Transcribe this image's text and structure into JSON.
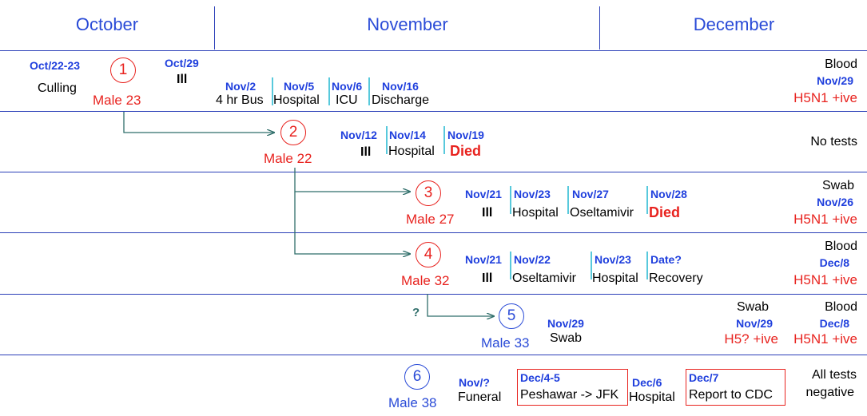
{
  "months": [
    "October",
    "November",
    "December"
  ],
  "cases": [
    {
      "number": "1",
      "label": "Male 23",
      "events": [
        {
          "date": "Oct/22-23",
          "text": "Culling"
        },
        {
          "date": "Oct/29",
          "text": "Ill"
        },
        {
          "date": "Nov/2",
          "text": "4 hr Bus"
        },
        {
          "date": "Nov/5",
          "text": "Hospital"
        },
        {
          "date": "Nov/6",
          "text": "ICU"
        },
        {
          "date": "Nov/16",
          "text": "Discharge"
        }
      ],
      "test": {
        "type": "Blood",
        "date": "Nov/29",
        "result": "H5N1 +ive"
      }
    },
    {
      "number": "2",
      "label": "Male 22",
      "events": [
        {
          "date": "Nov/12",
          "text": "Ill"
        },
        {
          "date": "Nov/14",
          "text": "Hospital"
        },
        {
          "date": "Nov/19",
          "text": "Died"
        }
      ],
      "test": {
        "result": "No tests"
      }
    },
    {
      "number": "3",
      "label": "Male 27",
      "events": [
        {
          "date": "Nov/21",
          "text": "Ill"
        },
        {
          "date": "Nov/23",
          "text": "Hospital"
        },
        {
          "date": "Nov/27",
          "text": "Oseltamivir"
        },
        {
          "date": "Nov/28",
          "text": "Died"
        }
      ],
      "test": {
        "type": "Swab",
        "date": "Nov/26",
        "result": "H5N1 +ive"
      }
    },
    {
      "number": "4",
      "label": "Male 32",
      "events": [
        {
          "date": "Nov/21",
          "text": "Ill"
        },
        {
          "date": "Nov/22",
          "text": "Oseltamivir"
        },
        {
          "date": "Nov/23",
          "text": "Hospital"
        },
        {
          "date": "Date?",
          "text": "Recovery"
        }
      ],
      "test": {
        "type": "Blood",
        "date": "Dec/8",
        "result": "H5N1 +ive"
      }
    },
    {
      "number": "5",
      "label": "Male 33",
      "link_label": "?",
      "events": [
        {
          "date": "Nov/29",
          "text": "Swab"
        }
      ],
      "test_swab": {
        "type": "Swab",
        "date": "Nov/29",
        "result": "H5? +ive"
      },
      "test": {
        "type": "Blood",
        "date": "Dec/8",
        "result": "H5N1 +ive"
      }
    },
    {
      "number": "6",
      "label": "Male 38",
      "events": [
        {
          "date": "Nov/?",
          "text": "Funeral"
        },
        {
          "date": "Dec/4-5",
          "text": "Peshawar -> JFK"
        },
        {
          "date": "Dec/6",
          "text": "Hospital"
        },
        {
          "date": "Dec/7",
          "text": "Report to CDC"
        }
      ],
      "test": {
        "line1": "All tests",
        "line2": "negative"
      }
    }
  ],
  "colors": {
    "case_red": "#e8231f",
    "case_blue": "#2a4bd7",
    "date_blue": "#1f3fdd",
    "separator": "#58c9dc",
    "arrow": "#2f6e6a",
    "grid": "#2b3fb8"
  }
}
